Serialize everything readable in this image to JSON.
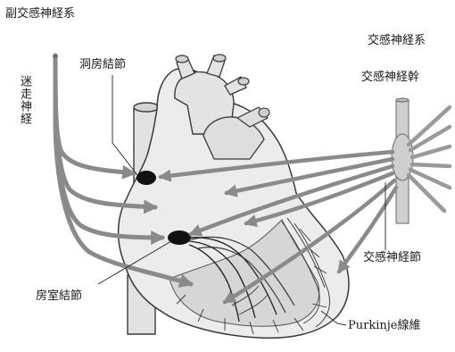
{
  "labels": {
    "parasympathetic": "副交感神経系",
    "vagus": "迷走神経",
    "sa_node": "洞房結節",
    "av_node": "房室結節",
    "sympathetic": "交感神経系",
    "sympathetic_trunk": "交感神経幹",
    "sympathetic_ganglion": "交感神経節",
    "purkinje": "Purkinje線維"
  },
  "colors": {
    "nerve": "#8a8a8a",
    "heart_fill": "#ececec",
    "heart_stroke": "#3a3a3a",
    "node": "#111111",
    "text": "#1a1a1a"
  }
}
